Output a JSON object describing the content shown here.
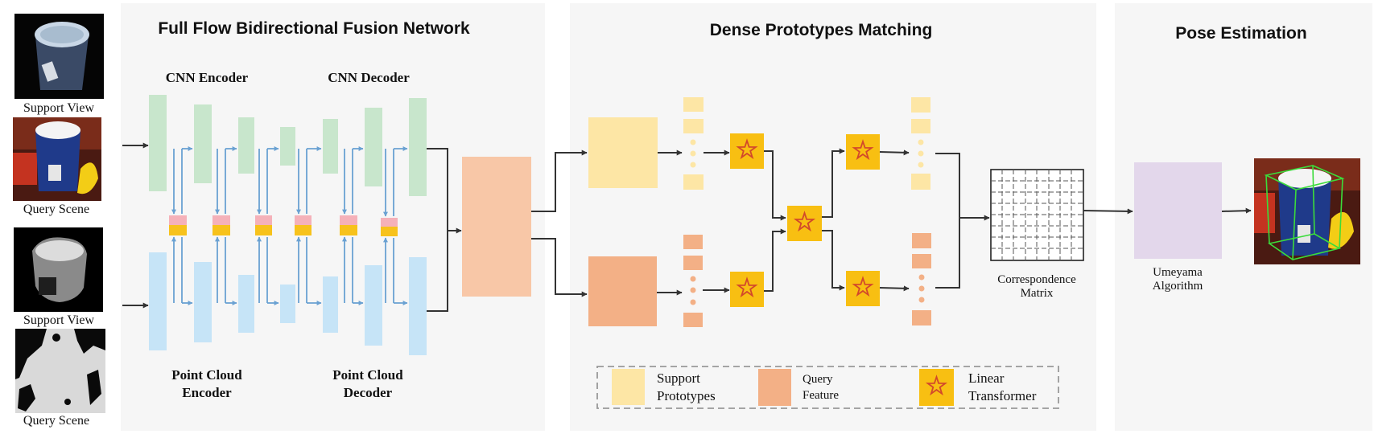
{
  "sections": {
    "fusion": {
      "title": "Full Flow Bidirectional Fusion Network"
    },
    "matching": {
      "title": "Dense Prototypes Matching"
    },
    "pose": {
      "title": "Pose Estimation"
    }
  },
  "inputs": {
    "rgb_support_label": "Support View",
    "rgb_query_label": "Query Scene",
    "depth_support_label": "Support View",
    "depth_query_label": "Query Scene"
  },
  "fusion": {
    "cnn_encoder": "CNN Encoder",
    "cnn_decoder": "CNN Decoder",
    "pc_encoder_line1": "Point Cloud",
    "pc_encoder_line2": "Encoder",
    "pc_decoder_line1": "Point Cloud",
    "pc_decoder_line2": "Decoder"
  },
  "matching": {
    "correspondence_line1": "Correspondence",
    "correspondence_line2": "Matrix",
    "legend": {
      "support_line1": "Support",
      "support_line2": "Prototypes",
      "query_line1": "Query",
      "query_line2": "Feature",
      "transformer_line1": "Linear",
      "transformer_line2": "Transformer"
    }
  },
  "pose": {
    "umeyama_line1": "Umeyama",
    "umeyama_line2": "Algorithm"
  },
  "colors": {
    "panel_bg": "#f6f6f6",
    "cnn_green": "#c8e6cc",
    "pc_blue": "#c6e4f7",
    "fusion_pink": "#f5b1b9",
    "fusion_yellow": "#f7c21c",
    "fused_orange": "#f8c7a7",
    "support_yellow": "#fde6a5",
    "query_orange": "#f3b086",
    "transformer_gold": "#f8bf12",
    "star_red": "#d2482b",
    "umeyama_purple": "#e3d7eb",
    "arrow_blue": "#6aa1d2",
    "box3d_green": "#3bdc3b"
  }
}
